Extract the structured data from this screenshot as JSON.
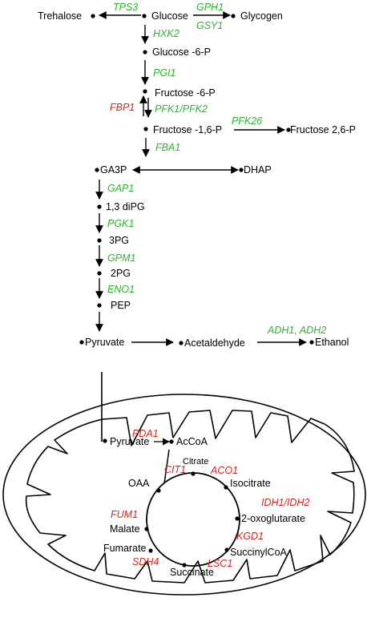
{
  "colors": {
    "activated": "#2db82d",
    "repressed": "#e0241b",
    "ink": "#000000"
  },
  "metabolites": {
    "trehalose": "Trehalose",
    "glucose": "Glucose",
    "glycogen": "Glycogen",
    "glucose6p": "Glucose -6-P",
    "fructose6p": "Fructose -6-P",
    "fructose16p": "Fructose -1,6-P",
    "fructose26p": "Fructose 2,6-P",
    "ga3p": "GA3P",
    "dhap": "DHAP",
    "bpg": "1,3 diPG",
    "pg3": "3PG",
    "pg2": "2PG",
    "pep": "PEP",
    "pyruvate": "Pyruvate",
    "acetaldehyde": "Acetaldehyde",
    "ethanol": "Ethanol",
    "mito_pyruvate": "Pyruvate",
    "accoa": "AcCoA",
    "citrate": "Citrate",
    "isocitrate": "Isocitrate",
    "oxoglutarate": "2-oxoglutarate",
    "succinylcoa": "SuccinylCoA",
    "succinate": "Succinate",
    "fumarate": "Fumarate",
    "malate": "Malate",
    "oaa": "OAA"
  },
  "enzymes": {
    "tps3": "TPS3",
    "gph1": "GPH1",
    "gsy1": "GSY1",
    "hxk2": "HXK2",
    "pgi1": "PGI1",
    "fbp1": "FBP1",
    "pfk1_pfk2": "PFK1/PFK2",
    "pfk26": "PFK26",
    "fba1": "FBA1",
    "gap1": "GAP1",
    "pgk1": "PGK1",
    "gpm1": "GPM1",
    "eno1": "ENO1",
    "adh1_adh2": "ADH1, ADH2",
    "pda1": "PDA1",
    "cit1": "CIT1",
    "aco1": "ACO1",
    "idh1_idh2": "IDH1/IDH2",
    "kgd1": "KGD1",
    "lsc1": "LSC1",
    "sdh4": "SDH4",
    "fum1": "FUM1"
  }
}
